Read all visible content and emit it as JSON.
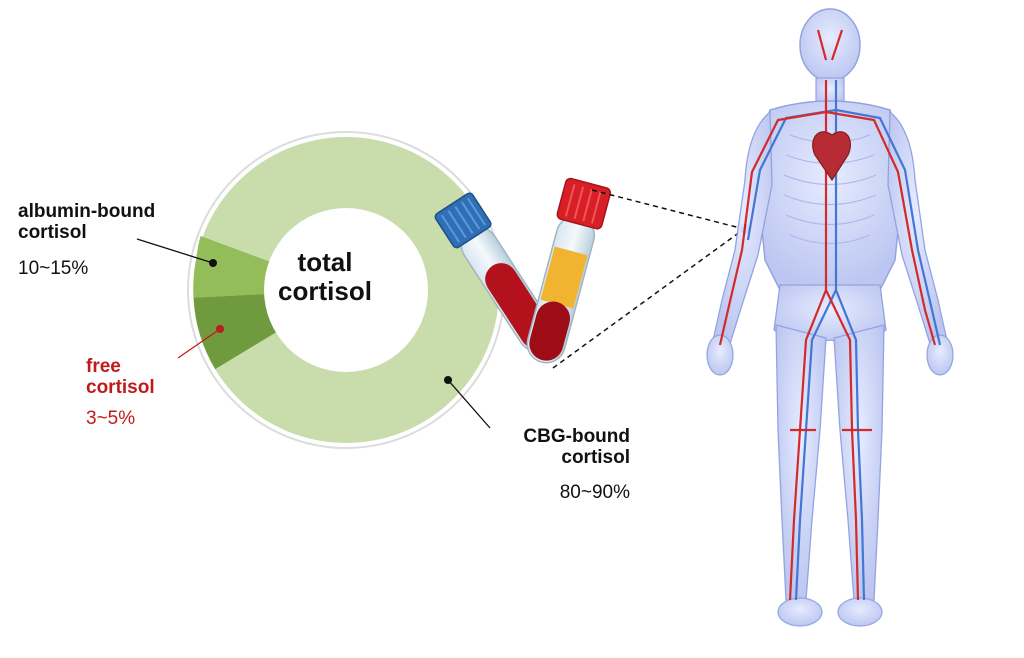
{
  "center": {
    "line1": "total",
    "line2": "cortisol"
  },
  "albumin": {
    "line1": "albumin-bound",
    "line2": "cortisol",
    "range": "10~15%"
  },
  "free": {
    "line1": "free",
    "line2": "cortisol",
    "range": "3~5%"
  },
  "cbg": {
    "line1": "CBG-bound",
    "line2": "cortisol",
    "range": "80~90%"
  },
  "colors": {
    "cbg": "#c9dcac",
    "albumin": "#92bd58",
    "free": "#6f9a3d",
    "red_text": "#c01b1b",
    "artery": "#d11f1f",
    "vein": "#3b6fd1"
  }
}
